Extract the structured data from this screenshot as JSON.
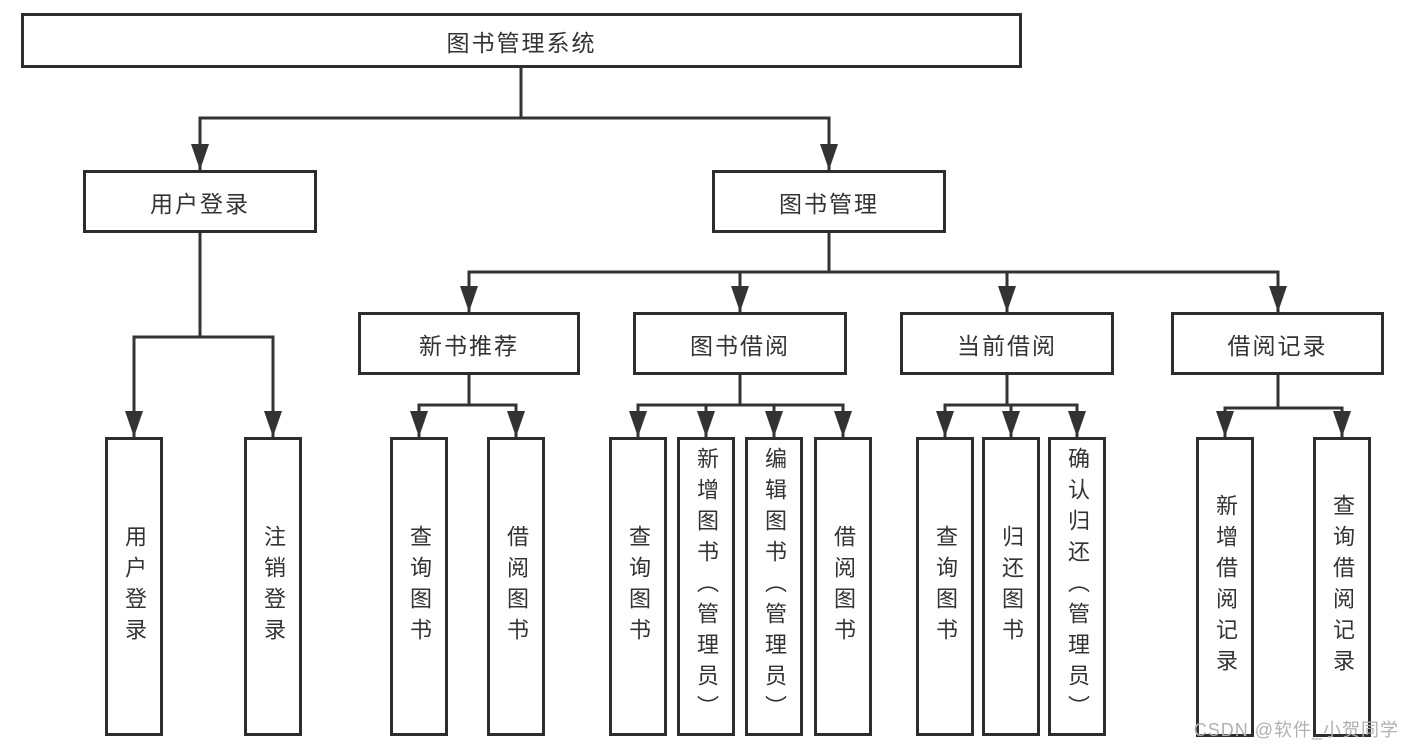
{
  "diagram": {
    "root": "图书管理系统",
    "nodes": {
      "user_login": "用户登录",
      "book_mgmt": "图书管理",
      "new_book_rec": "新书推荐",
      "book_borrow": "图书借阅",
      "current_borrow": "当前借阅",
      "borrow_records": "借阅记录"
    },
    "leaves": {
      "user_login": [
        "用户登录",
        "注销登录"
      ],
      "new_book_rec": [
        "查询图书",
        "借阅图书"
      ],
      "book_borrow": [
        "查询图书",
        "新增图书（管理员）",
        "编辑图书（管理员）",
        "借阅图书"
      ],
      "current_borrow": [
        "查询图书",
        "归还图书",
        "确认归还（管理员）"
      ],
      "borrow_records": [
        "新增借阅记录",
        "查询借阅记录"
      ]
    }
  },
  "watermark": "CSDN @软件_小贺同学",
  "colors": {
    "line": "#333333",
    "box_border": "#2d2d2d",
    "box_fill": "#ffffff",
    "text": "#333333",
    "watermark": "#b0b0b0",
    "background": "#ffffff"
  }
}
